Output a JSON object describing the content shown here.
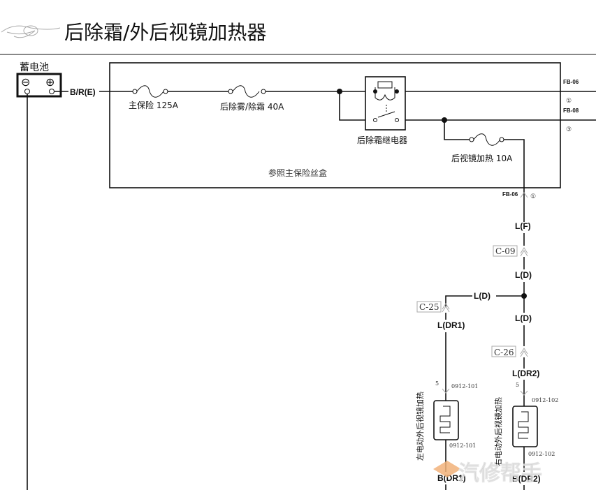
{
  "title": "后除霜/外后视镜加热器",
  "battery": {
    "label": "蓄电池",
    "minus": "⊖",
    "plus": "⊕"
  },
  "wires": {
    "main_feed": "B/R(E)",
    "lf": "L(F)",
    "ld_upper": "L(D)",
    "ld_branch": "L(D)",
    "ld_lower": "L(D)",
    "ldr1": "L(DR1)",
    "ldr2": "L(DR2)",
    "bdr1": "B(DR1)",
    "bdr2": "B(DR2)"
  },
  "fuse_box": {
    "label": "参照主保险丝盒",
    "main_fuse": "主保险 125A",
    "defrost_fuse": "后除雾/除霜 40A",
    "mirror_fuse": "后视镜加热 10A",
    "relay": "后除霜继电器",
    "out1_id": "FB-06",
    "out1_pin": "①",
    "out2_id": "FB-08",
    "out2_pin": "③",
    "out3_id": "FB-06",
    "out3_pin": "①"
  },
  "connectors": {
    "c09": "C-09",
    "c25": "C-25",
    "c26": "C-26"
  },
  "left_heater": {
    "label": "左电动外后视镜加热",
    "pin": "5",
    "code_top": "0912-101",
    "code_bottom": "0912-101"
  },
  "right_heater": {
    "label": "右电动外后视镜加热",
    "pin": "5",
    "code_top": "0912-102",
    "code_bottom": "0912-102"
  },
  "watermark": "汽修帮手"
}
